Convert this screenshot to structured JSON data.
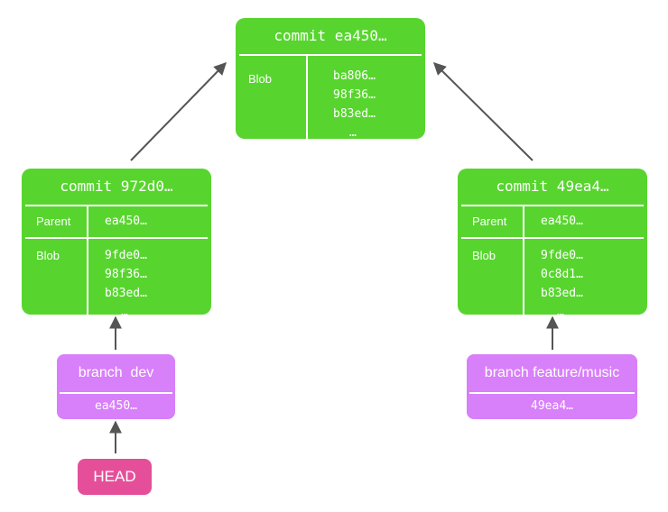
{
  "colors": {
    "commit_fill": "#57d52e",
    "branch_fill": "#d87ffa",
    "head_fill": "#e54f9a",
    "arrow": "#555555",
    "text": "#ffffff"
  },
  "commits": {
    "root": {
      "title": "commit ea450…",
      "blob_label": "Blob",
      "blobs": [
        "ba806…",
        "98f36…",
        "b83ed…",
        "…"
      ]
    },
    "left": {
      "title": "commit 972d0…",
      "parent_label": "Parent",
      "parent": "ea450…",
      "blob_label": "Blob",
      "blobs": [
        "9fde0…",
        "98f36…",
        "b83ed…",
        "…"
      ]
    },
    "right": {
      "title": "commit 49ea4…",
      "parent_label": "Parent",
      "parent": "ea450…",
      "blob_label": "Blob",
      "blobs": [
        "9fde0…",
        "0c8d1…",
        "b83ed…",
        "…"
      ]
    }
  },
  "branches": {
    "dev": {
      "name": "branch  dev",
      "commit": "ea450…"
    },
    "feature": {
      "name": "branch feature/music",
      "commit": "49ea4…"
    }
  },
  "head": {
    "label": "HEAD"
  }
}
